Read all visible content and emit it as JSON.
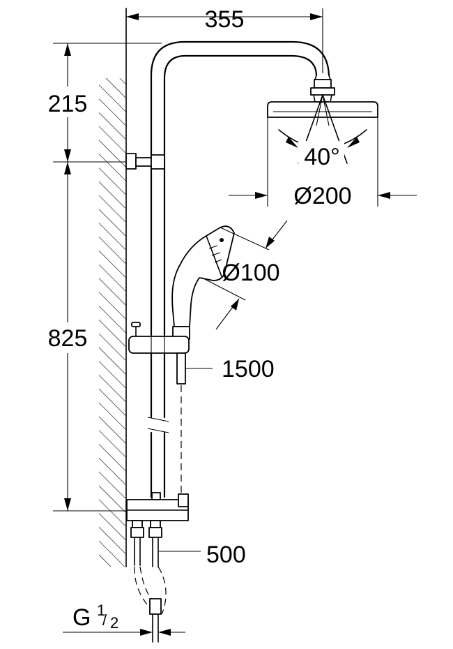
{
  "dimensions": {
    "width_top": "355",
    "height_arm": "215",
    "height_bar": "825",
    "head_diameter": "Ø200",
    "spray_angle": "40°",
    "hand_shower_diameter": "Ø100",
    "hose_length": "1500",
    "outlet_length": "500",
    "thread_prefix": "G",
    "thread_num": "1",
    "thread_den": "2"
  }
}
